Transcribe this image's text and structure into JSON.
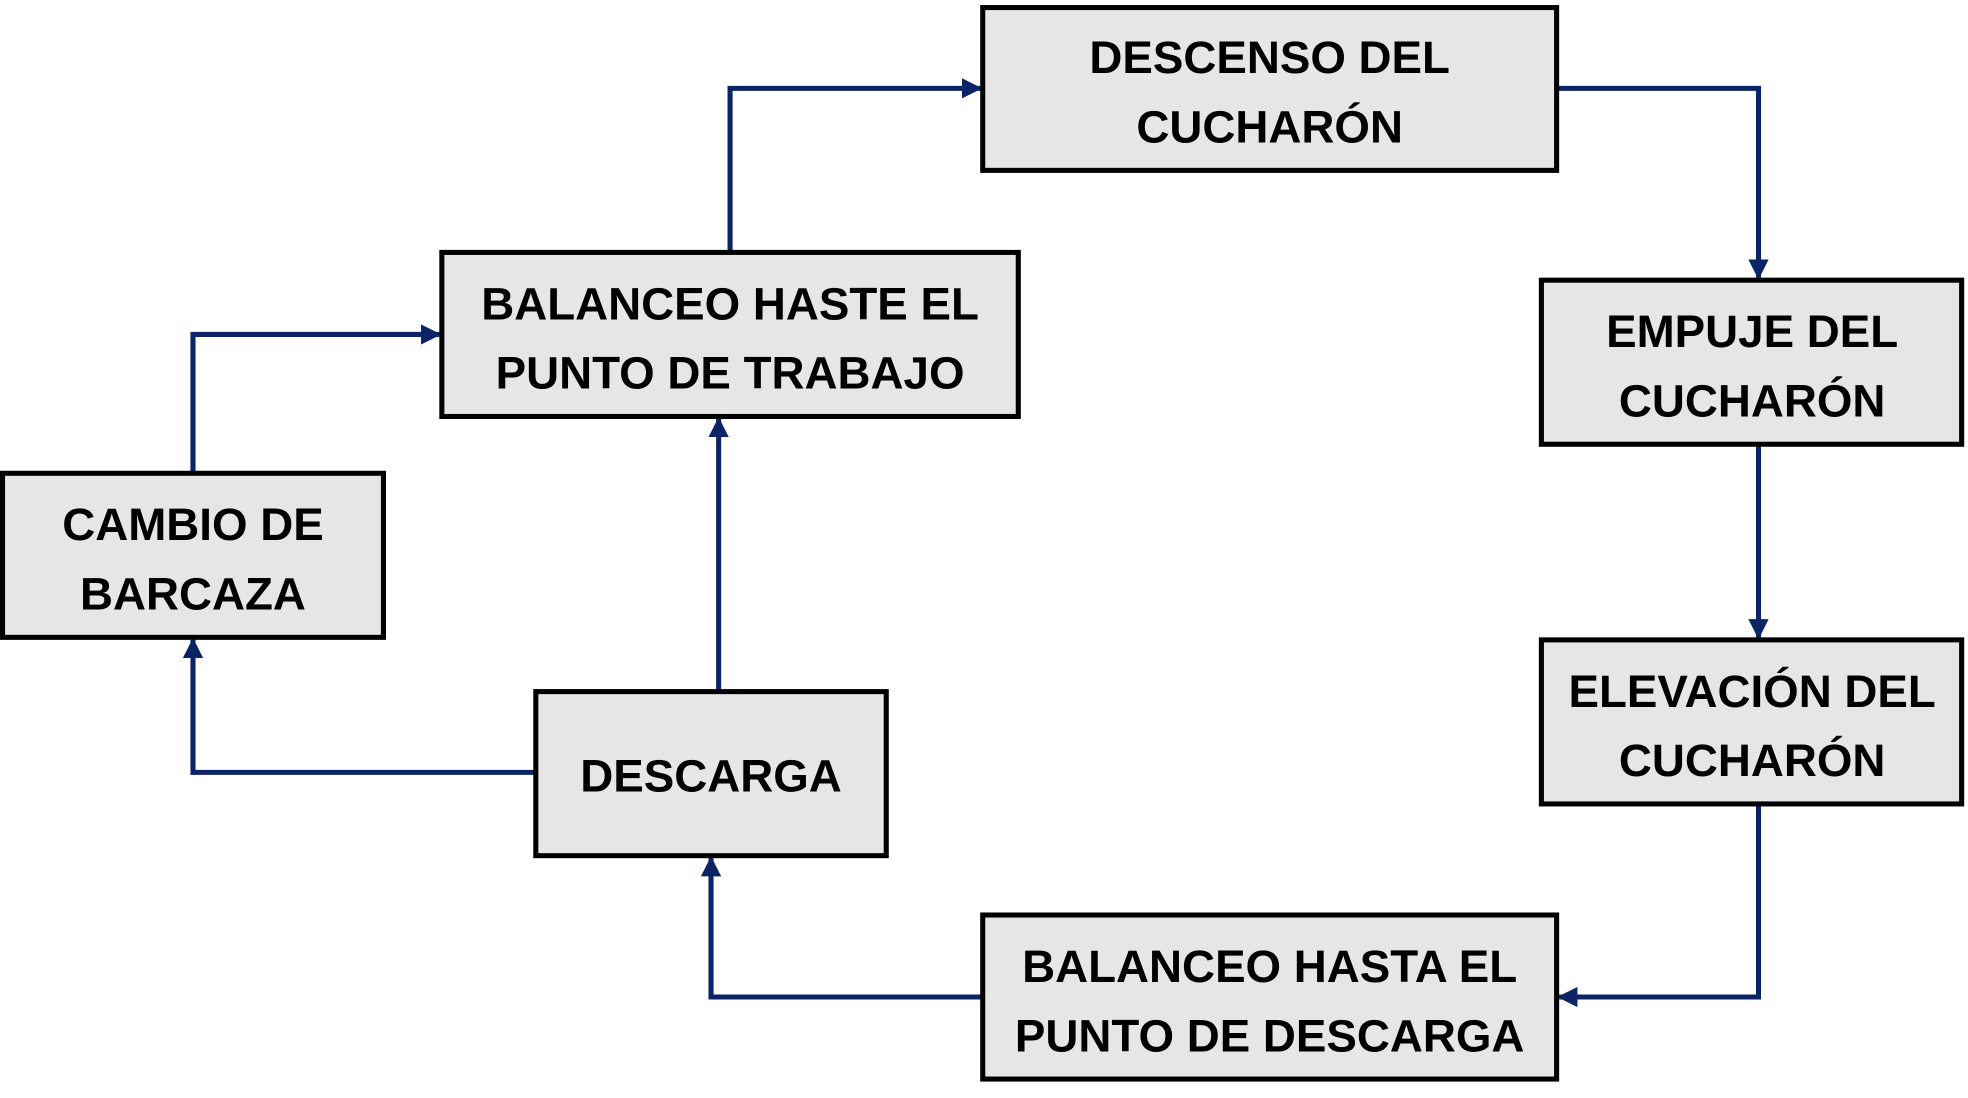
{
  "colors": {
    "arrow": "#0b2466",
    "box_fill": "#e6e6e6",
    "box_border": "#000000"
  },
  "nodes": {
    "descenso": [
      "DESCENSO DEL",
      "CUCHARÓN"
    ],
    "empuje": [
      "EMPUJE DEL",
      "CUCHARÓN"
    ],
    "elevacion": [
      "ELEVACIÓN DEL",
      "CUCHARÓN"
    ],
    "balanceo_descarga": [
      "BALANCEO HASTA EL",
      "PUNTO DE DESCARGA"
    ],
    "descarga": [
      "DESCARGA"
    ],
    "cambio": [
      "CAMBIO DE",
      "BARCAZA"
    ],
    "balanceo_trabajo": [
      "BALANCEO HASTE EL",
      "PUNTO DE TRABAJO"
    ]
  }
}
